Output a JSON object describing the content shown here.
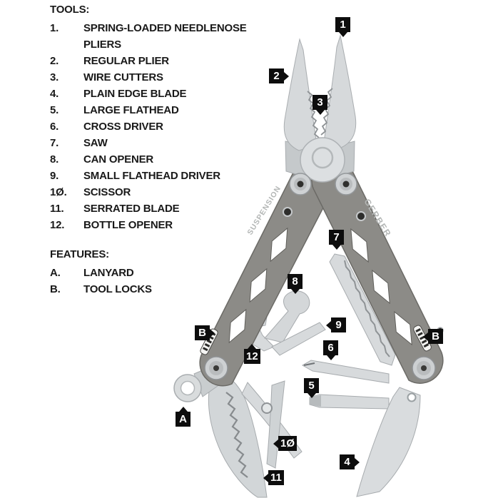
{
  "legend": {
    "tools_heading": "TOOLS:",
    "tools": [
      {
        "num": "1.",
        "label": "SPRING-LOADED NEEDLENOSE PLIERS"
      },
      {
        "num": "2.",
        "label": "REGULAR PLIER"
      },
      {
        "num": "3.",
        "label": "WIRE CUTTERS"
      },
      {
        "num": "4.",
        "label": "PLAIN EDGE BLADE"
      },
      {
        "num": "5.",
        "label": "LARGE FLATHEAD"
      },
      {
        "num": "6.",
        "label": "CROSS DRIVER"
      },
      {
        "num": "7.",
        "label": "SAW"
      },
      {
        "num": "8.",
        "label": "CAN OPENER"
      },
      {
        "num": "9.",
        "label": "SMALL FLATHEAD DRIVER"
      },
      {
        "num": "1Ø.",
        "label": "SCISSOR"
      },
      {
        "num": "11.",
        "label": "SERRATED BLADE"
      },
      {
        "num": "12.",
        "label": "BOTTLE OPENER"
      }
    ],
    "features_heading": "FEATURES:",
    "features": [
      {
        "num": "A.",
        "label": "LANYARD"
      },
      {
        "num": "B.",
        "label": "TOOL LOCKS"
      }
    ]
  },
  "diagram": {
    "brand_left_handle": "SUSPENSION",
    "brand_right_handle": "GERBER",
    "markers": [
      {
        "label": "1"
      },
      {
        "label": "2"
      },
      {
        "label": "3"
      },
      {
        "label": "7"
      },
      {
        "label": "8"
      },
      {
        "label": "B"
      },
      {
        "label": "9"
      },
      {
        "label": "6"
      },
      {
        "label": "12"
      },
      {
        "label": "B"
      },
      {
        "label": "5"
      },
      {
        "label": "A"
      },
      {
        "label": "1Ø"
      },
      {
        "label": "4"
      },
      {
        "label": "11"
      }
    ],
    "colors": {
      "label_bg": "#0d0d0d",
      "label_text": "#ffffff",
      "steel": "#d6d9db",
      "handle_gray": "#8c8b87",
      "background": "#ffffff"
    }
  }
}
